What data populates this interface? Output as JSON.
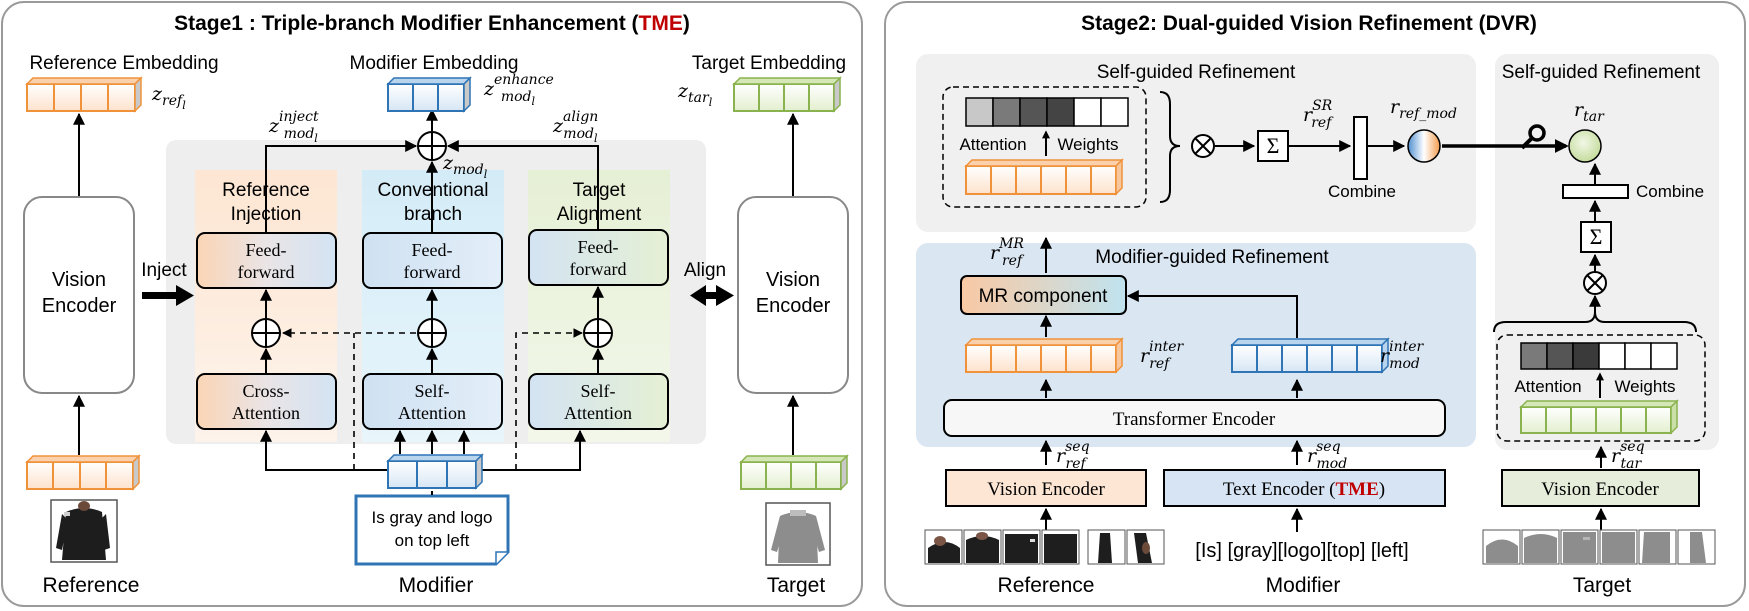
{
  "colors": {
    "orange_fill": "#fde6d3",
    "orange_stroke": "#f0923a",
    "blue_fill": "#d7e8f6",
    "blue_stroke": "#2f74b5",
    "green_fill": "#e8f1d8",
    "green_stroke": "#8ab34f",
    "panel_gray": "#f0f0f0",
    "modguide_blue": "#dae6f2",
    "accent_red": "#c00000"
  },
  "stage1": {
    "title_prefix": "Stage1 : Triple-branch Modifier Enhancement (",
    "title_accent": "TME",
    "title_suffix": ")",
    "ref_embedding_label": "Reference Embedding",
    "mod_embedding_label": "Modifier Embedding",
    "tar_embedding_label": "Target Embedding",
    "z_ref": "z",
    "z_ref_sub": "ref",
    "z_ref_subsub": "l",
    "z_tar": "z",
    "z_tar_sub": "tar",
    "z_tar_subsub": "l",
    "z_mod_enhance": "z",
    "z_mod_enhance_sup": "enhance",
    "z_mod_enhance_sub": "mod",
    "z_mod_enhance_subsub": "l",
    "z_mod_inject": "z",
    "z_mod_inject_sup": "inject",
    "z_mod_inject_sub": "mod",
    "z_mod_inject_subsub": "l",
    "z_mod_align": "z",
    "z_mod_align_sup": "align",
    "z_mod_align_sub": "mod",
    "z_mod_align_subsub": "l",
    "z_mod": "z",
    "z_mod_sub": "mod",
    "z_mod_subsub": "l",
    "vision_encoder_left_l1": "Vision",
    "vision_encoder_left_l2": "Encoder",
    "vision_encoder_right_l1": "Vision",
    "vision_encoder_right_l2": "Encoder",
    "inject_label": "Inject",
    "align_label": "Align",
    "branch_ref_l1": "Reference",
    "branch_ref_l2": "Injection",
    "branch_conv_l1": "Conventional",
    "branch_conv_l2": "branch",
    "branch_tar_l1": "Target",
    "branch_tar_l2": "Alignment",
    "ff_l1": "Feed-",
    "ff_l2": "forward",
    "cross_l1": "Cross-",
    "cross_l2": "Attention",
    "self_l1": "Self-",
    "self_l2": "Attention",
    "modifier_text_l1": "Is gray and logo",
    "modifier_text_l2": "on top left",
    "caption_reference": "Reference",
    "caption_modifier": "Modifier",
    "caption_target": "Target"
  },
  "stage2": {
    "title": "Stage2: Dual-guided Vision Refinement (DVR)",
    "self_guided_label": "Self-guided Refinement",
    "self_guided_label_right": "Self-guided Refinement",
    "modifier_guided_label": "Modifier-guided Refinement",
    "attention_label": "Attention",
    "weights_label": "Weights",
    "attention_label_right": "Attention",
    "weights_label_right": "Weights",
    "combine_label": "Combine",
    "combine_label_right": "Combine",
    "sum_symbol": "Σ",
    "r_sr": "r",
    "r_sr_sup": "SR",
    "r_sr_sub": "ref",
    "r_ref_mod": "r",
    "r_ref_mod_sub": "ref_mod",
    "r_tar": "r",
    "r_tar_sub": "tar",
    "r_mr": "r",
    "r_mr_sup": "MR",
    "r_mr_sub": "ref",
    "mr_component": "MR component",
    "r_inter_ref": "r",
    "r_inter_ref_sup": "inter",
    "r_inter_ref_sub": "ref",
    "r_inter_mod": "r",
    "r_inter_mod_sup": "inter",
    "r_inter_mod_sub": "mod",
    "transformer_encoder": "Transformer Encoder",
    "r_seq_ref": "r",
    "r_seq_ref_sup": "seq",
    "r_seq_ref_sub": "ref",
    "r_seq_mod": "r",
    "r_seq_mod_sup": "seq",
    "r_seq_mod_sub": "mod",
    "r_seq_tar": "r",
    "r_seq_tar_sup": "seq",
    "r_seq_tar_sub": "tar",
    "vision_encoder_ref": "Vision Encoder",
    "text_encoder_prefix": "Text Encoder (",
    "text_encoder_accent": "TME",
    "text_encoder_suffix": ")",
    "vision_encoder_tar": "Vision Encoder",
    "tokens": "[Is] [gray][logo][top] [left]",
    "caption_reference": "Reference",
    "caption_modifier": "Modifier",
    "caption_target": "Target"
  }
}
